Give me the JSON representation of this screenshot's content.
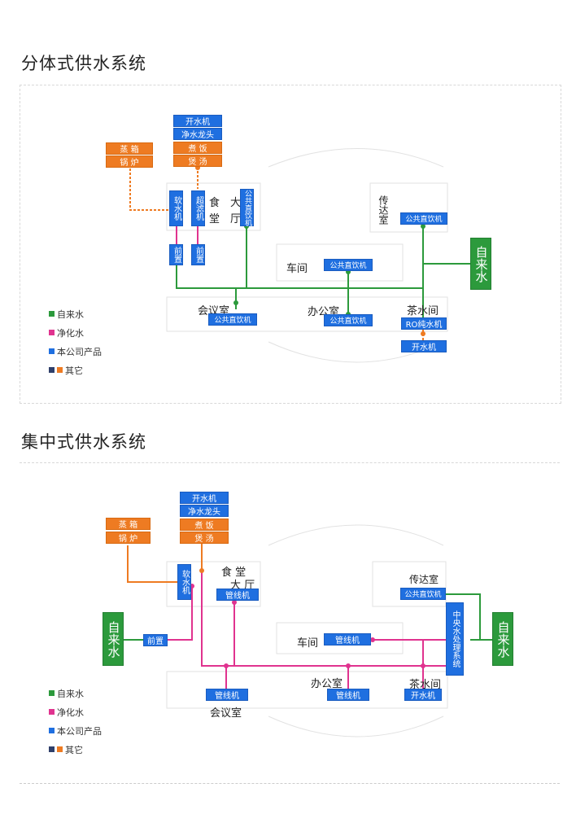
{
  "colors": {
    "tap": "#2c9a3c",
    "purified": "#e0338f",
    "product": "#1f6fe0",
    "other_dark": "#2f3f6a",
    "other_orange": "#ee7b22"
  },
  "legend": {
    "tap": "自来水",
    "purified": "净化水",
    "product": "本公司产品",
    "other": "其它"
  },
  "split": {
    "title": "分体式供水系统",
    "rooms": {
      "canteen_1": "食",
      "canteen_2": "堂",
      "hall_1": "大",
      "hall_2": "厅",
      "guard": "传达室",
      "workshop": "车间",
      "meeting": "会议室",
      "office": "办公室",
      "tearoom": "茶水间"
    },
    "tap_source": "自来水",
    "steam_1": "蒸 箱",
    "steam_2": "锅 炉",
    "kitchen": [
      "开水机",
      "净水龙头",
      "煮 饭",
      "煲 汤"
    ],
    "softener": "软水机",
    "ultrafilter": "超滤机",
    "pre_1": "前置",
    "pre_2": "前置",
    "hall_dispenser": "公共直饮机",
    "guard_dispenser": "公共直饮机",
    "workshop_dispenser": "公共直饮机",
    "meeting_dispenser": "公共直饮机",
    "office_dispenser": "公共直饮机",
    "ro_machine": "RO纯水机",
    "tea_boiler": "开水机"
  },
  "central": {
    "title": "集中式供水系统",
    "rooms": {
      "canteen": "食 堂",
      "hall": "大 厅",
      "guard": "传达室",
      "workshop": "车间",
      "meeting": "会议室",
      "office": "办公室",
      "tearoom": "茶水间"
    },
    "tap_left": "自来水",
    "tap_right": "自来水",
    "steam_1": "蒸 箱",
    "steam_2": "锅 炉",
    "kitchen": [
      "开水机",
      "净水龙头",
      "煮 饭",
      "煲 汤"
    ],
    "softener": "软水机",
    "pre": "前置",
    "canteen_line": "管线机",
    "guard_dispenser": "公共直饮机",
    "central_unit": "中央水处理系统",
    "workshop_line": "管线机",
    "meeting_line": "管线机",
    "office_line": "管线机",
    "tea_boiler": "开水机"
  }
}
